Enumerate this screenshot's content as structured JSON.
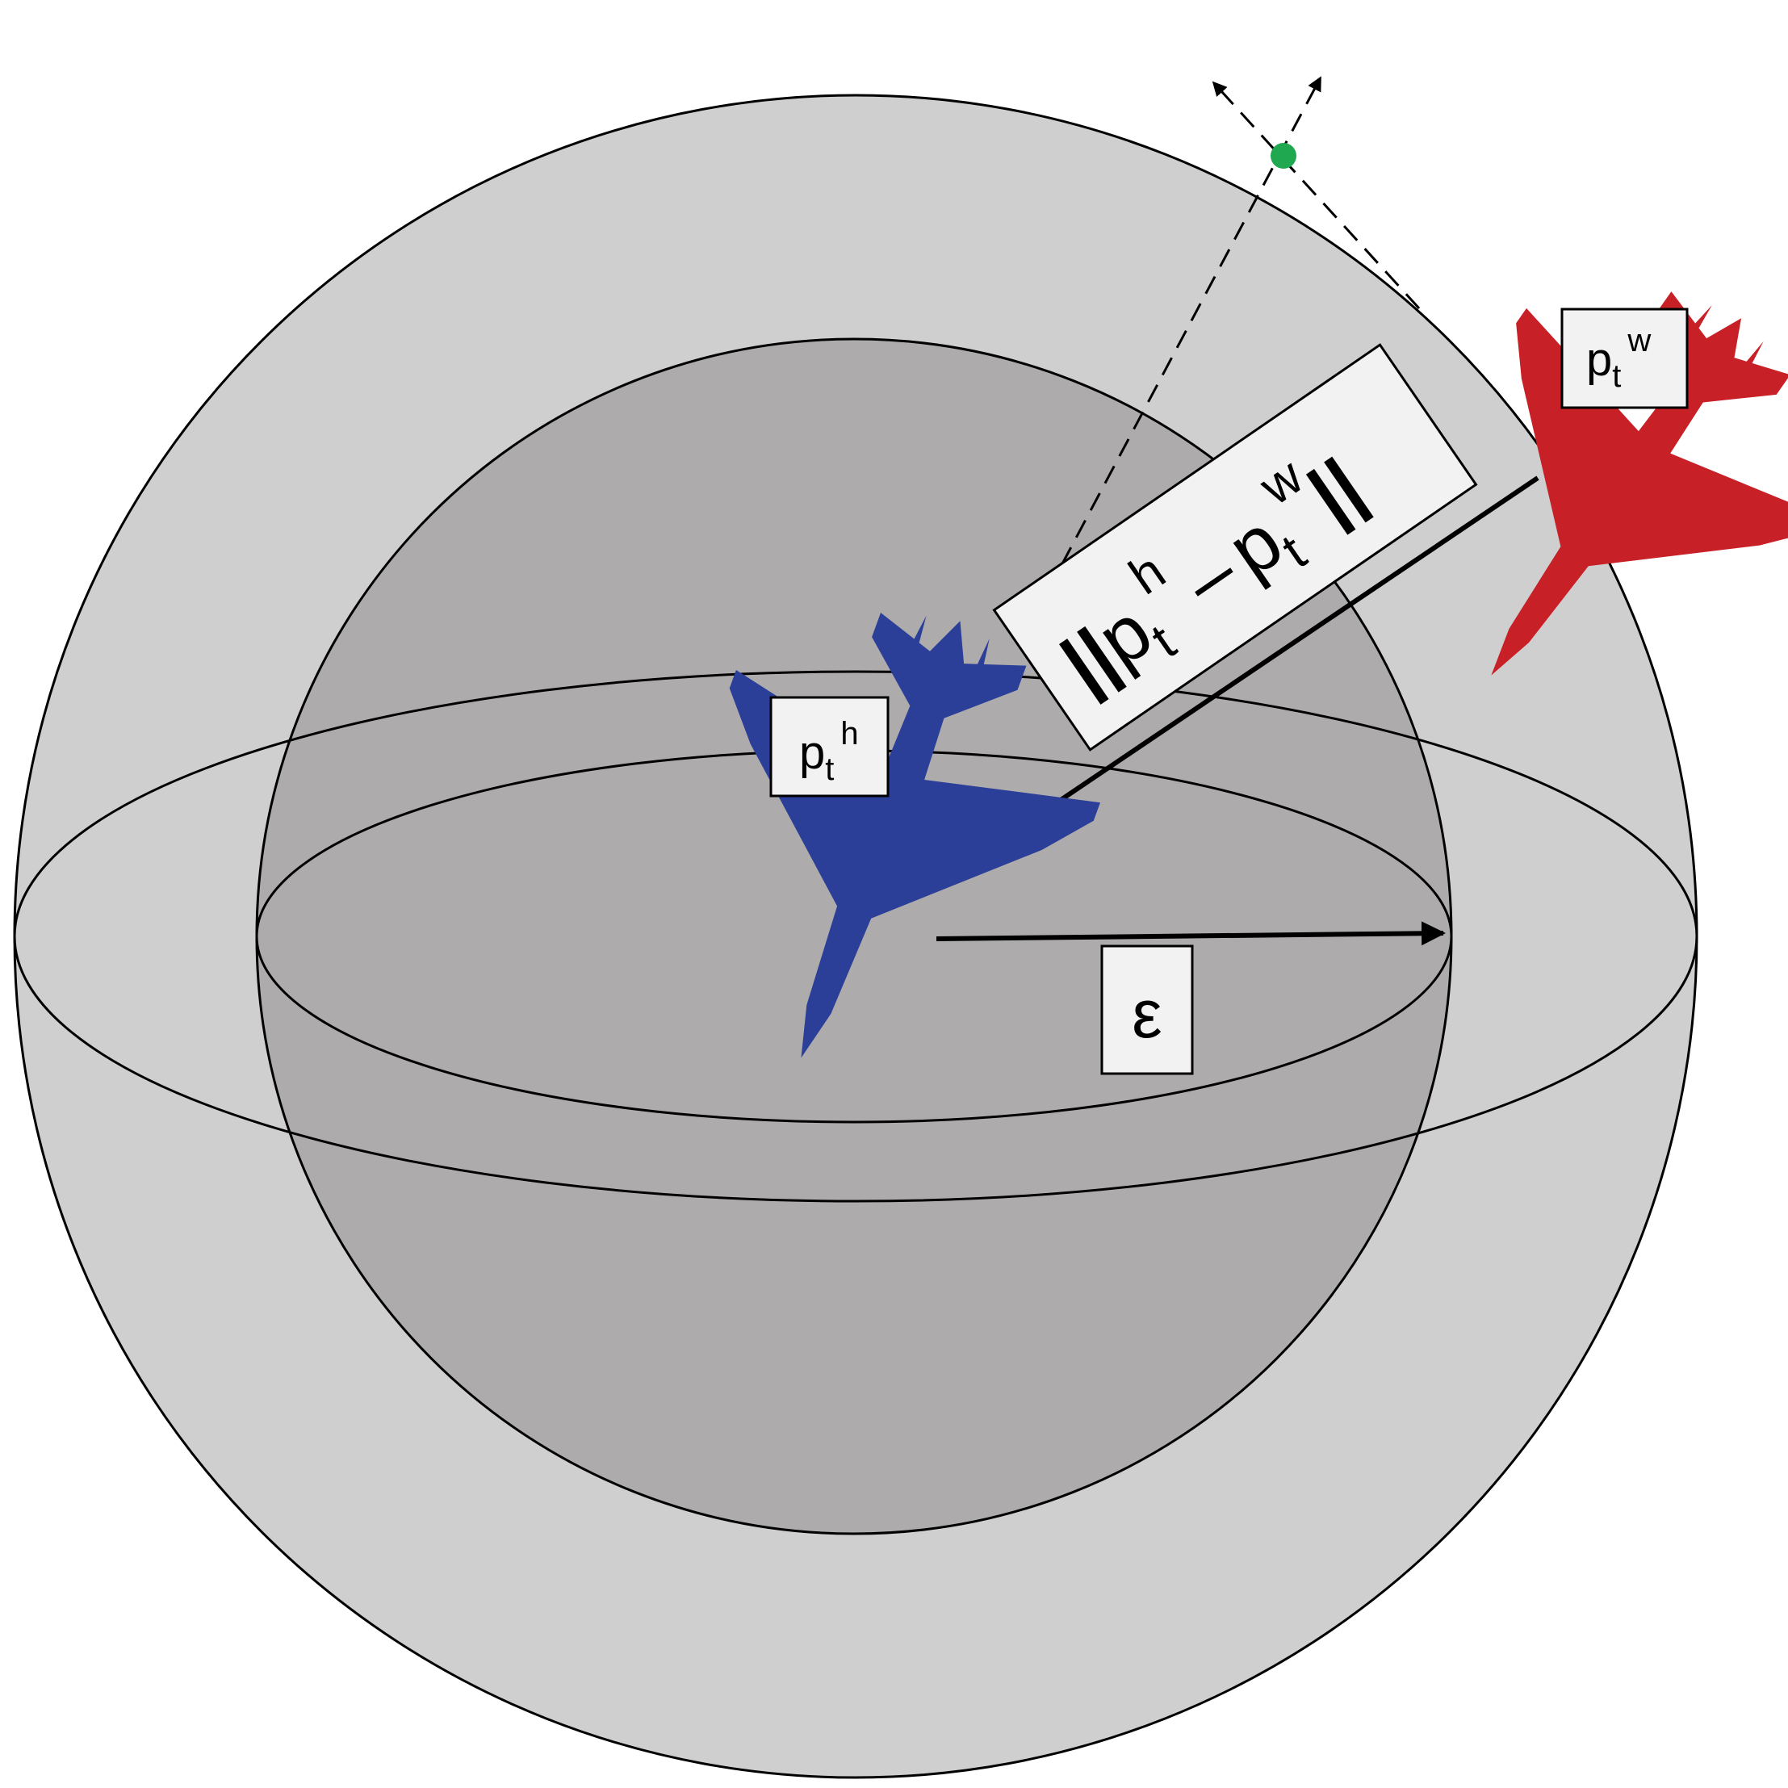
{
  "colors": {
    "outer_sphere": "#d0cfd0",
    "inner_sphere": "#aeabac",
    "outline": "#000000",
    "human_aircraft": "#2b3f98",
    "wingman_aircraft": "#c72026",
    "intersection_point": "#1fa84f",
    "label_background": "#f2f2f2"
  },
  "labels": {
    "human_position": {
      "base": "p",
      "sub": "t",
      "sup": "h"
    },
    "wingman_position": {
      "base": "p",
      "sub": "t",
      "sup": "w"
    },
    "distance": {
      "left_bars": "||",
      "p1": "p",
      "sub1": "t",
      "sup1": "h",
      "minus": "–",
      "p2": "p",
      "sub2": "t",
      "sup2": "w",
      "right_bars": "||"
    },
    "radius": "ε"
  },
  "icons": {
    "human": "fighter-jet-icon",
    "wingman": "fighter-jet-icon",
    "point": "dot-icon"
  }
}
